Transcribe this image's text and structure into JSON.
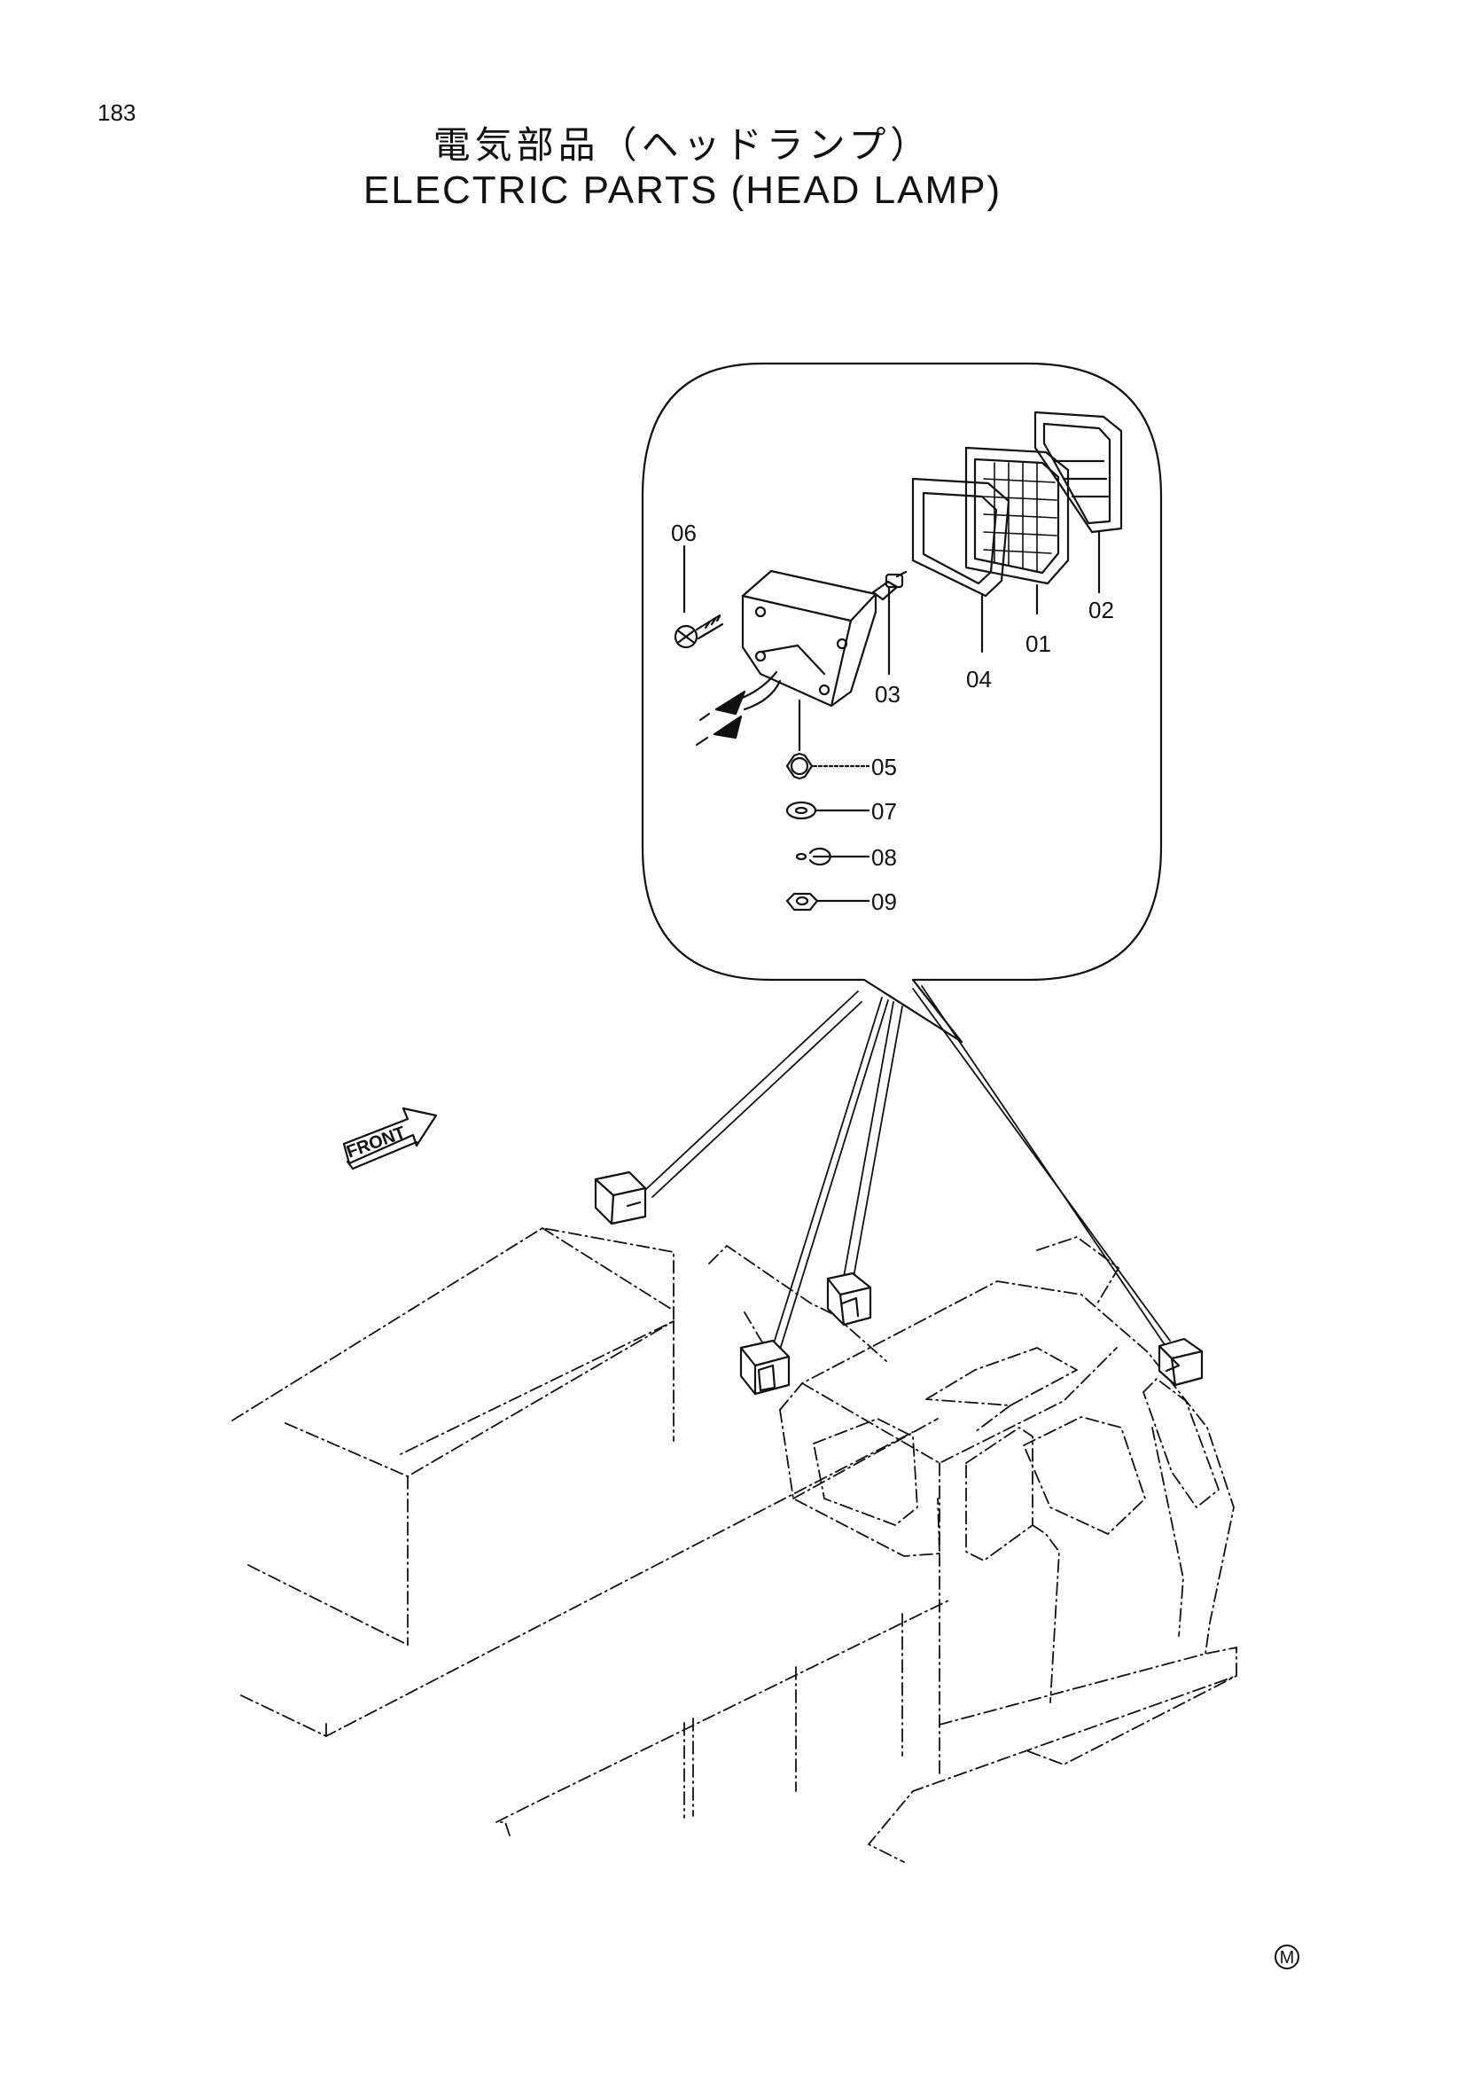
{
  "page_number": "183",
  "title": {
    "japanese": "電気部品（ヘッドランプ）",
    "english": "ELECTRIC PARTS (HEAD LAMP)"
  },
  "callouts": {
    "p01": "01",
    "p02": "02",
    "p03": "03",
    "p04": "04",
    "p05": "05",
    "p06": "06",
    "p07": "07",
    "p08": "08",
    "p09": "09"
  },
  "front_label": "FRONT",
  "corner_mark": "M"
}
